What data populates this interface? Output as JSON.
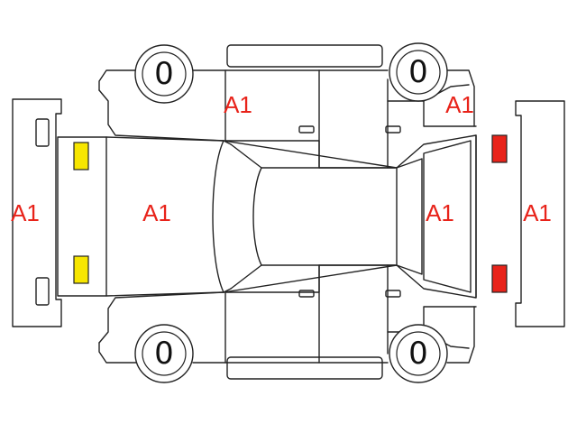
{
  "colors": {
    "grade_text": "#e8231a",
    "front_lamp": "#f7e600",
    "rear_lamp": "#e8231a",
    "outline": "#222222"
  },
  "grades": {
    "front_bumper": "A1",
    "hood": "A1",
    "left_quarter": "A1",
    "rear_glass": "A1",
    "rear_bumper": "A1",
    "left_front_fender": "A1"
  },
  "tires": {
    "left_front": "0",
    "left_rear": "0",
    "right_front": "0",
    "right_rear": "0"
  },
  "icons": {
    "front_lamps": "yellow-headlamp-icon",
    "rear_lamps": "red-taillamp-icon"
  }
}
